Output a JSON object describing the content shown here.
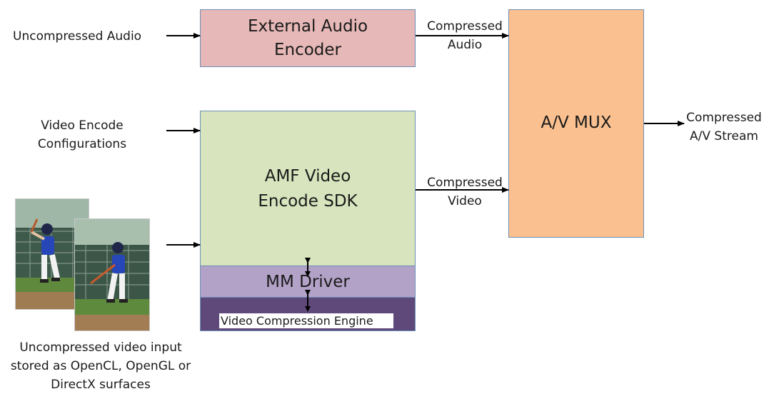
{
  "inputs": {
    "uncompressed_audio": "Uncompressed Audio",
    "video_encode_config_line1": "Video Encode",
    "video_encode_config_line2": "Configurations",
    "video_input_line1": "Uncompressed video input",
    "video_input_line2": "stored as OpenCL, OpenGL or",
    "video_input_line3": "DirectX surfaces"
  },
  "blocks": {
    "audio_encoder_line1": "External Audio",
    "audio_encoder_line2": "Encoder",
    "amf_line1": "AMF Video",
    "amf_line2": "Encode SDK",
    "mm_driver": "MM Driver",
    "vce": "Video Compression Engine",
    "mux": "A/V MUX"
  },
  "edges": {
    "compressed_audio_line1": "Compressed",
    "compressed_audio_line2": "Audio",
    "compressed_video_line1": "Compressed",
    "compressed_video_line2": "Video",
    "output_line1": "Compressed",
    "output_line2": "A/V Stream"
  },
  "colors": {
    "audio_encoder": "#e6b8b7",
    "amf_sdk": "#d7e4bd",
    "mm_driver": "#b3a2c7",
    "vce": "#5f497a",
    "mux": "#fac090",
    "border": "#6d8fb5"
  },
  "icons": [
    "baseball-player-photo-1",
    "baseball-player-photo-2"
  ]
}
